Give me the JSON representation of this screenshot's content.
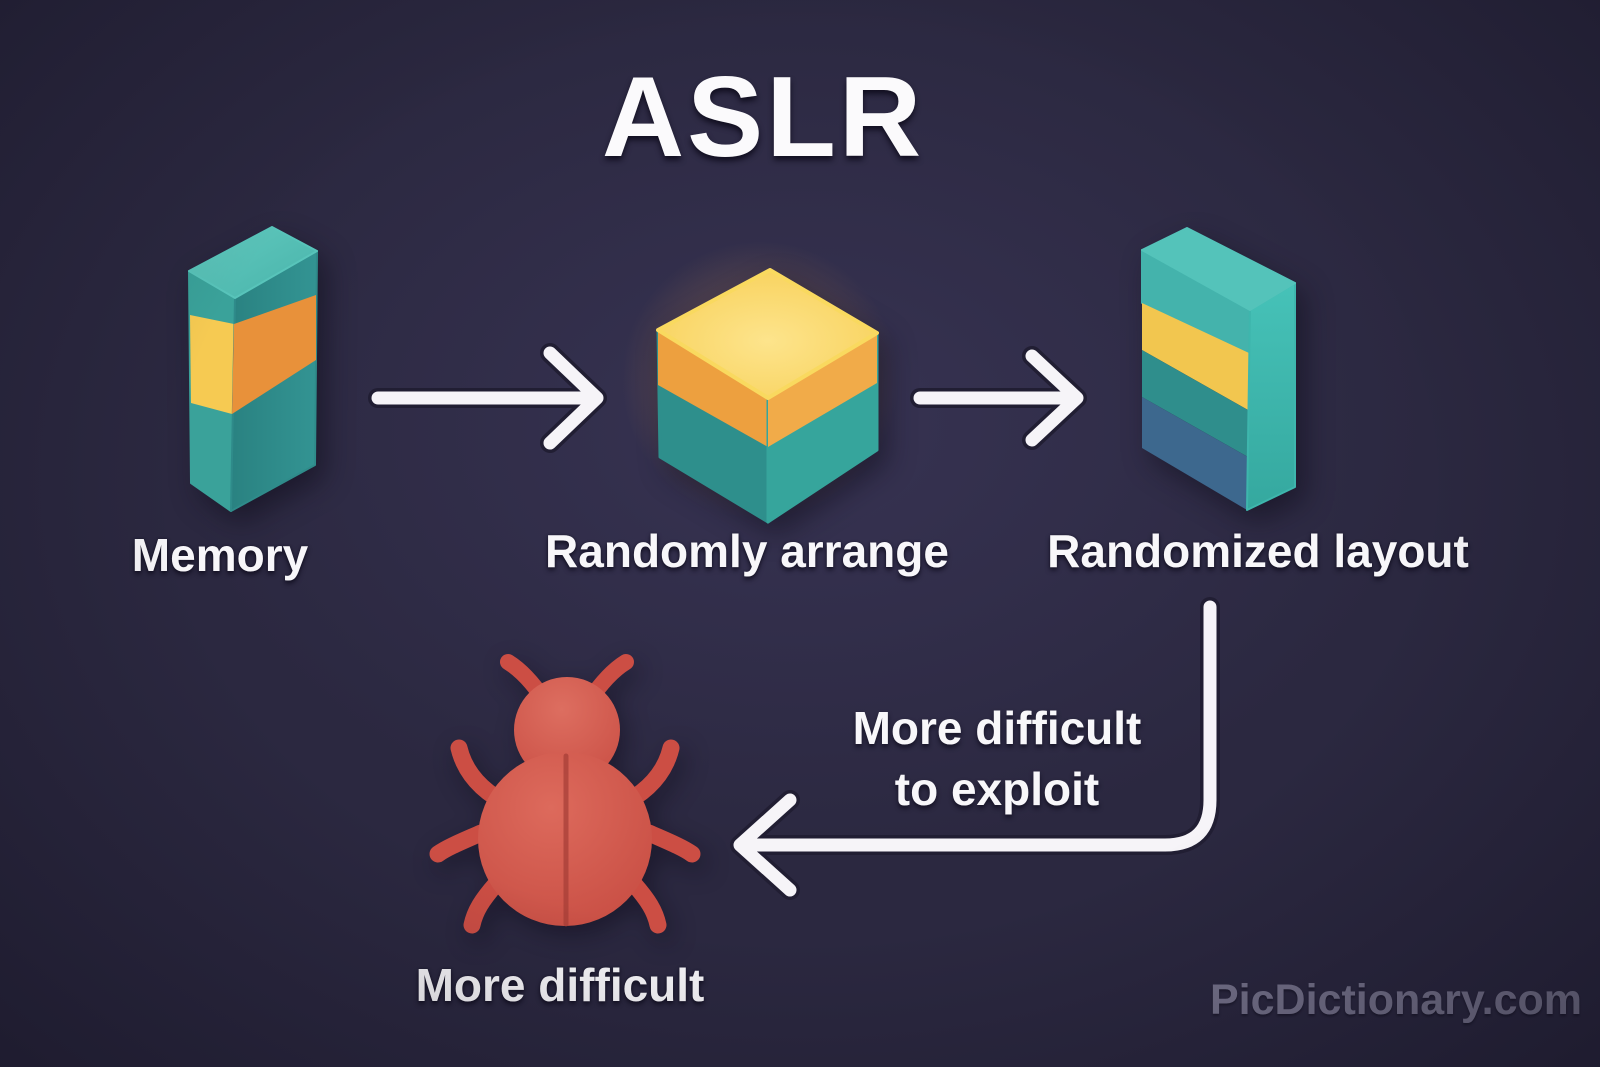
{
  "title": "ASLR",
  "steps": [
    {
      "label": "Memory",
      "icon": "memory-block-icon"
    },
    {
      "label": "Randomly arrange",
      "icon": "shuffle-cube-icon"
    },
    {
      "label": "Randomized layout",
      "icon": "randomized-layout-block-icon"
    }
  ],
  "arrows": [
    {
      "icon": "arrow-right-icon",
      "from": "Memory",
      "to": "Randomly arrange"
    },
    {
      "icon": "arrow-right-icon",
      "from": "Randomly arrange",
      "to": "Randomized layout"
    },
    {
      "icon": "elbow-arrow-left-icon",
      "from": "Randomized layout",
      "to": "More difficult"
    }
  ],
  "flow_note": {
    "line1": "More difficult",
    "line2": "to exploit"
  },
  "result": {
    "label": "More difficult",
    "icon": "bug-icon"
  },
  "watermark": "PicDictionary.com",
  "colors": {
    "background": "#2b2840",
    "teal_dark": "#2f8b8a",
    "teal_mid": "#3aa29a",
    "teal_light": "#55c0b6",
    "yellow": "#f6ca52",
    "yellow_bright": "#f9d95f",
    "orange": "#e8913a",
    "steel_blue": "#3d688e",
    "bug_red": "#d05348",
    "arrow_white": "#f6f4f8",
    "text_white": "#f8f7fa",
    "watermark_gray": "#817e97"
  }
}
